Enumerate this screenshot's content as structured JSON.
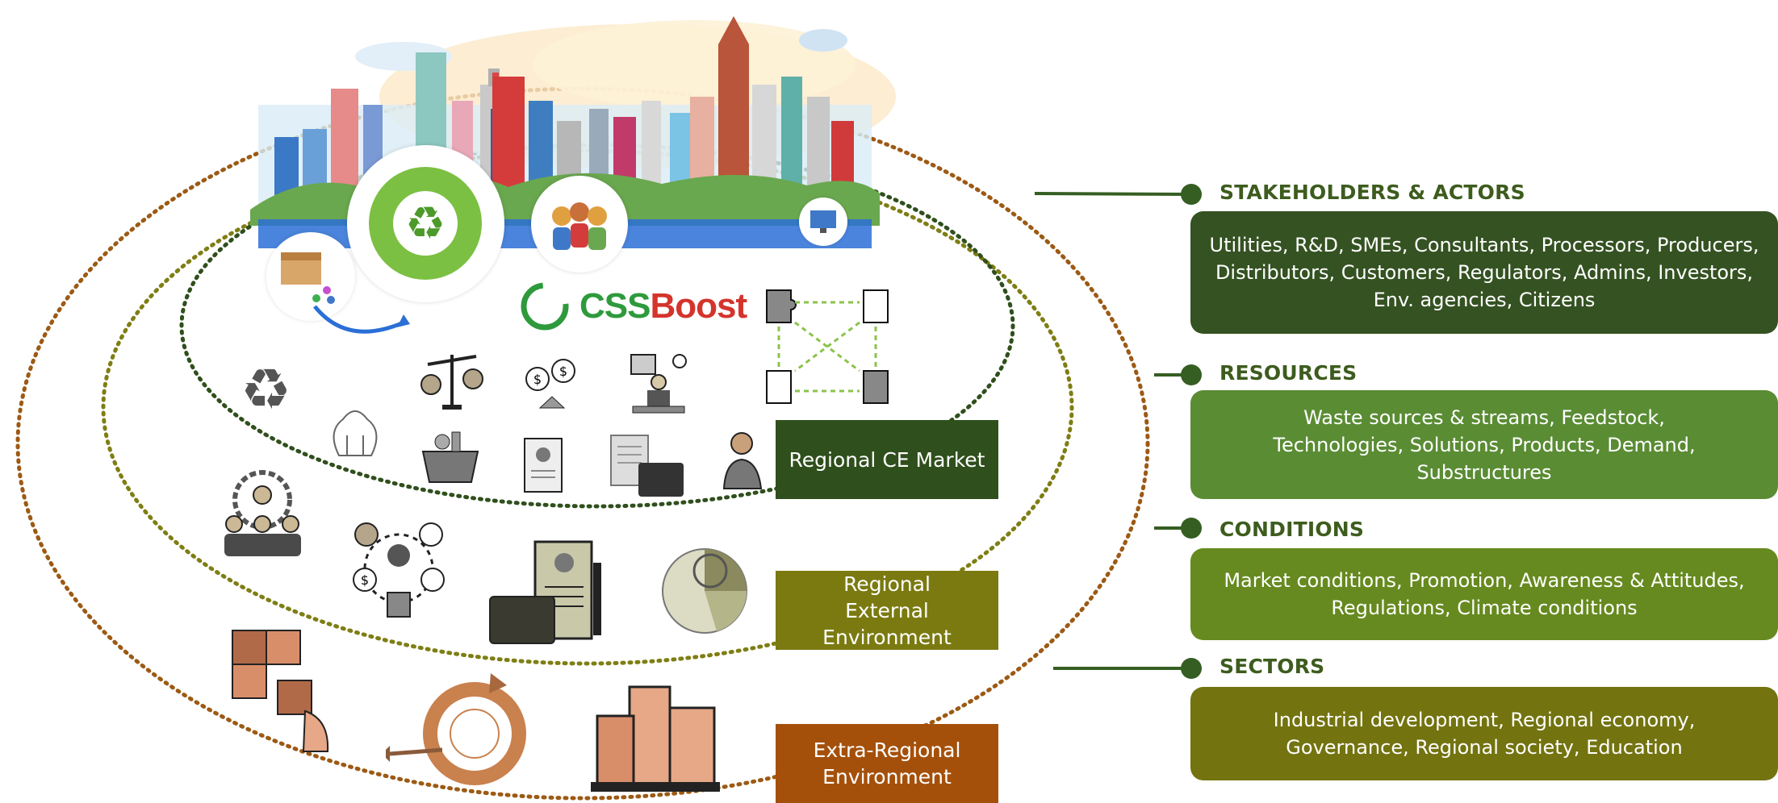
{
  "logo": {
    "part1": "CSS",
    "part2": "Boost"
  },
  "rings": {
    "market": {
      "label": "Regional CE Market",
      "color": "#2f4f1c"
    },
    "external": {
      "label": "Regional External Environment",
      "color": "#7a7a10"
    },
    "extra": {
      "label": "Extra-Regional Environment",
      "color": "#a5500a"
    }
  },
  "panels": [
    {
      "id": "stakeholders",
      "title": "STAKEHOLDERS & ACTORS",
      "text": "Utilities, R&D, SMEs, Consultants,  Processors, Producers, Distributors, Customers, Regulators, Admins, Investors, Env. agencies, Citizens",
      "color": "#355222"
    },
    {
      "id": "resources",
      "title": "RESOURCES",
      "text": "Waste sources & streams, Feedstock, Technologies, Solutions, Products, Demand, Substructures",
      "color": "#5a8c34"
    },
    {
      "id": "conditions",
      "title": "CONDITIONS",
      "text": "Market conditions, Promotion, Awareness & Attitudes, Regulations, Climate conditions",
      "color": "#668a1f"
    },
    {
      "id": "sectors",
      "title": "SECTORS",
      "text": "Industrial development, Regional economy, Governance, Regional society,  Education",
      "color": "#737310"
    }
  ],
  "icons": [
    "city-skyline-icon",
    "recycle-globe-icon",
    "people-group-icon",
    "monitor-icon",
    "package-icon",
    "puzzle-network-icon",
    "recycle-icon",
    "tree-icon",
    "balance-scale-icon",
    "money-balance-icon",
    "presenter-icon",
    "shopping-basket-icon",
    "certificate-icon",
    "clipboard-briefcase-icon",
    "salesperson-icon",
    "team-icon",
    "business-cycle-icon",
    "contract-icon",
    "pie-chart-icon",
    "puzzle-hand-icon",
    "circular-arrows-icon",
    "buildings-icon"
  ]
}
